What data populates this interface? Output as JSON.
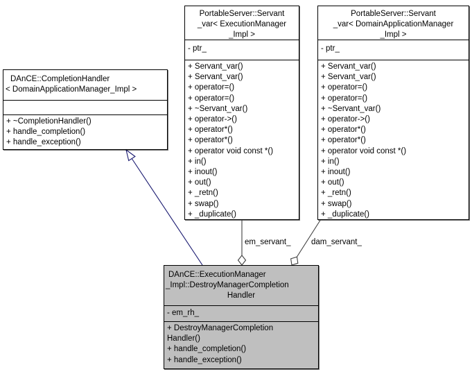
{
  "colors": {
    "inheritance": "#191970",
    "aggregation": "#3f3f3f",
    "node_fill": "#ffffff",
    "highlight_fill": "#bfbfbf",
    "border": "#000000",
    "background": "#ffffff"
  },
  "edges": {
    "em_label": "em_servant_",
    "dam_label": "dam_servant_"
  },
  "classes": {
    "completion_handler": {
      "title_lines": [
        "DAnCE::CompletionHandler",
        "< DomainApplicationManager_Impl >"
      ],
      "attributes": [],
      "methods": [
        "+ ~CompletionHandler()",
        "+ handle_completion()",
        "+ handle_exception()"
      ]
    },
    "em_servant_var": {
      "title_lines": [
        "PortableServer::Servant",
        "_var< ExecutionManager",
        "_Impl >"
      ],
      "attributes": [
        "- ptr_"
      ],
      "methods": [
        "+ Servant_var()",
        "+ Servant_var()",
        "+ operator=()",
        "+ operator=()",
        "+ ~Servant_var()",
        "+ operator->()",
        "+ operator*()",
        "+ operator*()",
        "+ operator void const *()",
        "+ in()",
        "+ inout()",
        "+ out()",
        "+ _retn()",
        "+ swap()",
        "+ _duplicate()"
      ]
    },
    "dam_servant_var": {
      "title_lines": [
        "PortableServer::Servant",
        "_var< DomainApplicationManager",
        "_Impl >"
      ],
      "attributes": [
        "- ptr_"
      ],
      "methods": [
        "+ Servant_var()",
        "+ Servant_var()",
        "+ operator=()",
        "+ operator=()",
        "+ ~Servant_var()",
        "+ operator->()",
        "+ operator*()",
        "+ operator*()",
        "+ operator void const *()",
        "+ in()",
        "+ inout()",
        "+ out()",
        "+ _retn()",
        "+ swap()",
        "+ _duplicate()"
      ]
    },
    "destroy_handler": {
      "title_lines": [
        "DAnCE::ExecutionManager",
        "_Impl::DestroyManagerCompletion",
        "Handler"
      ],
      "attributes": [
        "- em_rh_"
      ],
      "methods": [
        "+ DestroyManagerCompletion",
        "Handler()",
        "+ handle_completion()",
        "+ handle_exception()"
      ]
    }
  }
}
